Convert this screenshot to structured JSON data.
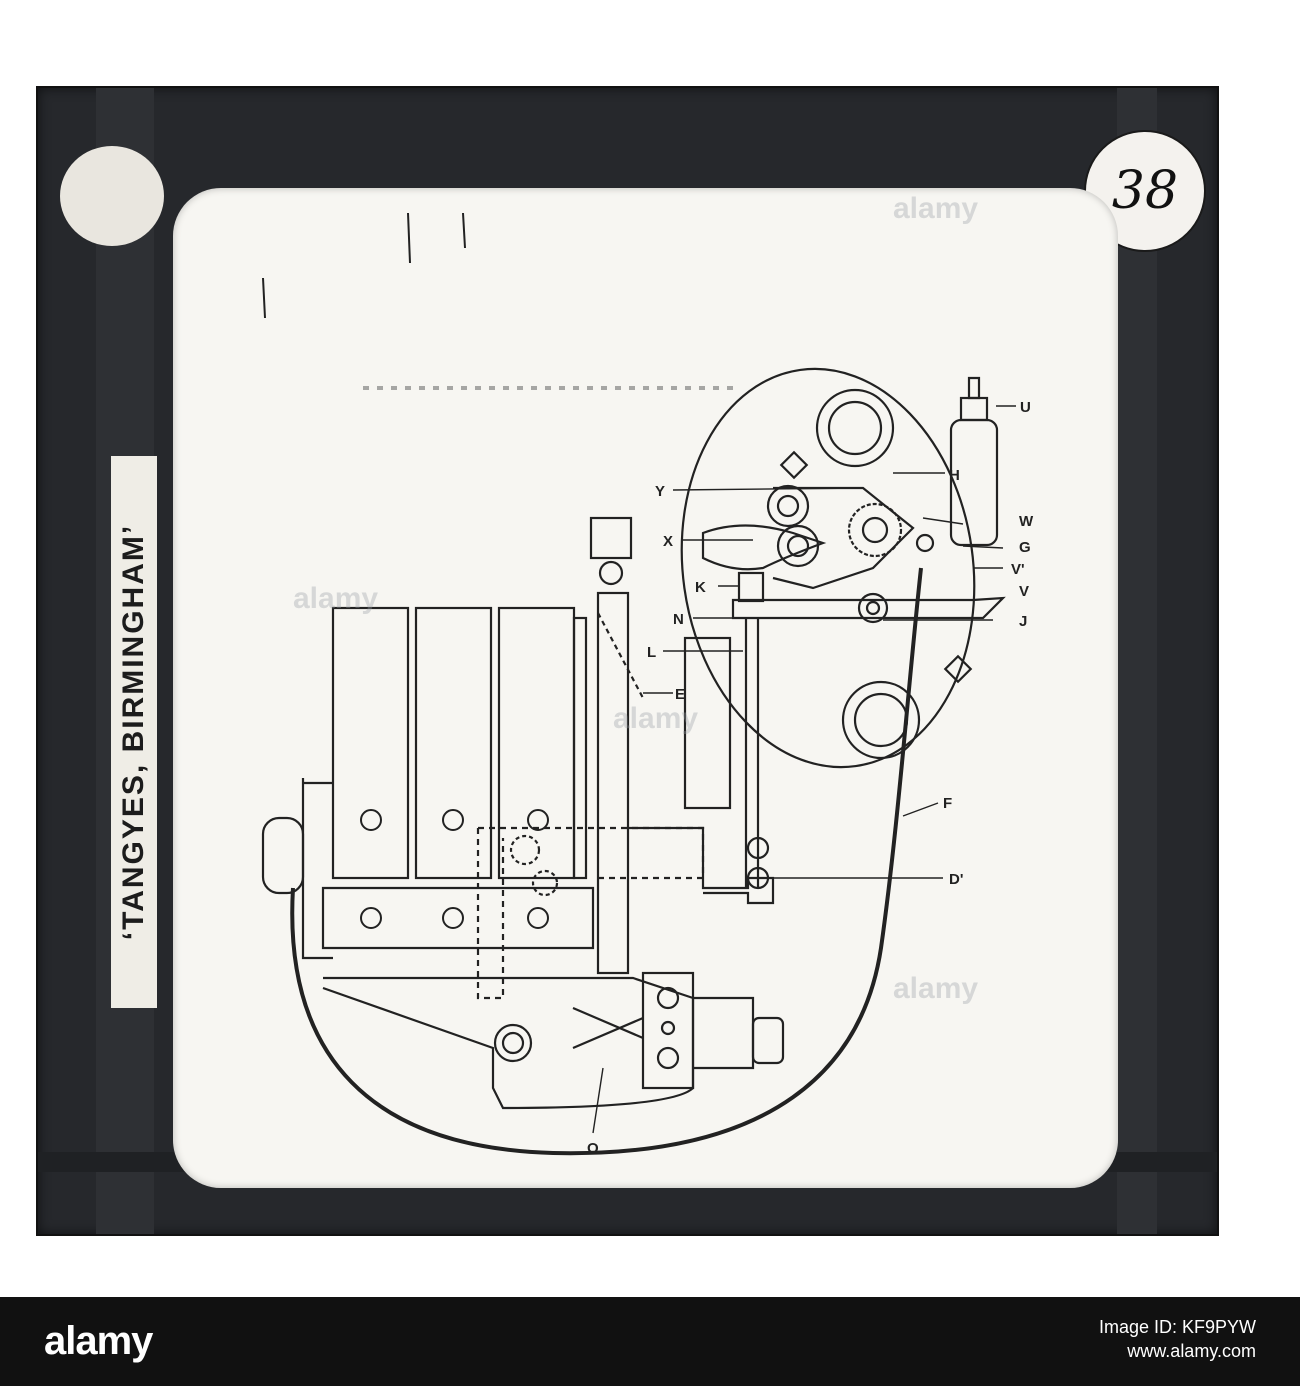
{
  "slide": {
    "number": "38",
    "maker_label": "‘TANGYES, BIRMINGHAM’"
  },
  "labels": {
    "U": "U",
    "H": "H",
    "Y": "Y",
    "W": "W",
    "X": "X",
    "G": "G",
    "V1": "V'",
    "K": "K",
    "V": "V",
    "N": "N",
    "J": "J",
    "L": "L",
    "E": "E",
    "F": "F",
    "D1": "D'",
    "O": "O"
  },
  "watermark": "alamy",
  "footer": {
    "logo": "alamy",
    "image_id_label": "Image ID: KF9PYW",
    "site": "www.alamy.com"
  },
  "colors": {
    "frame": "#26282c",
    "glass": "#f7f6f2",
    "ink": "#222222",
    "banner": "#111111"
  }
}
